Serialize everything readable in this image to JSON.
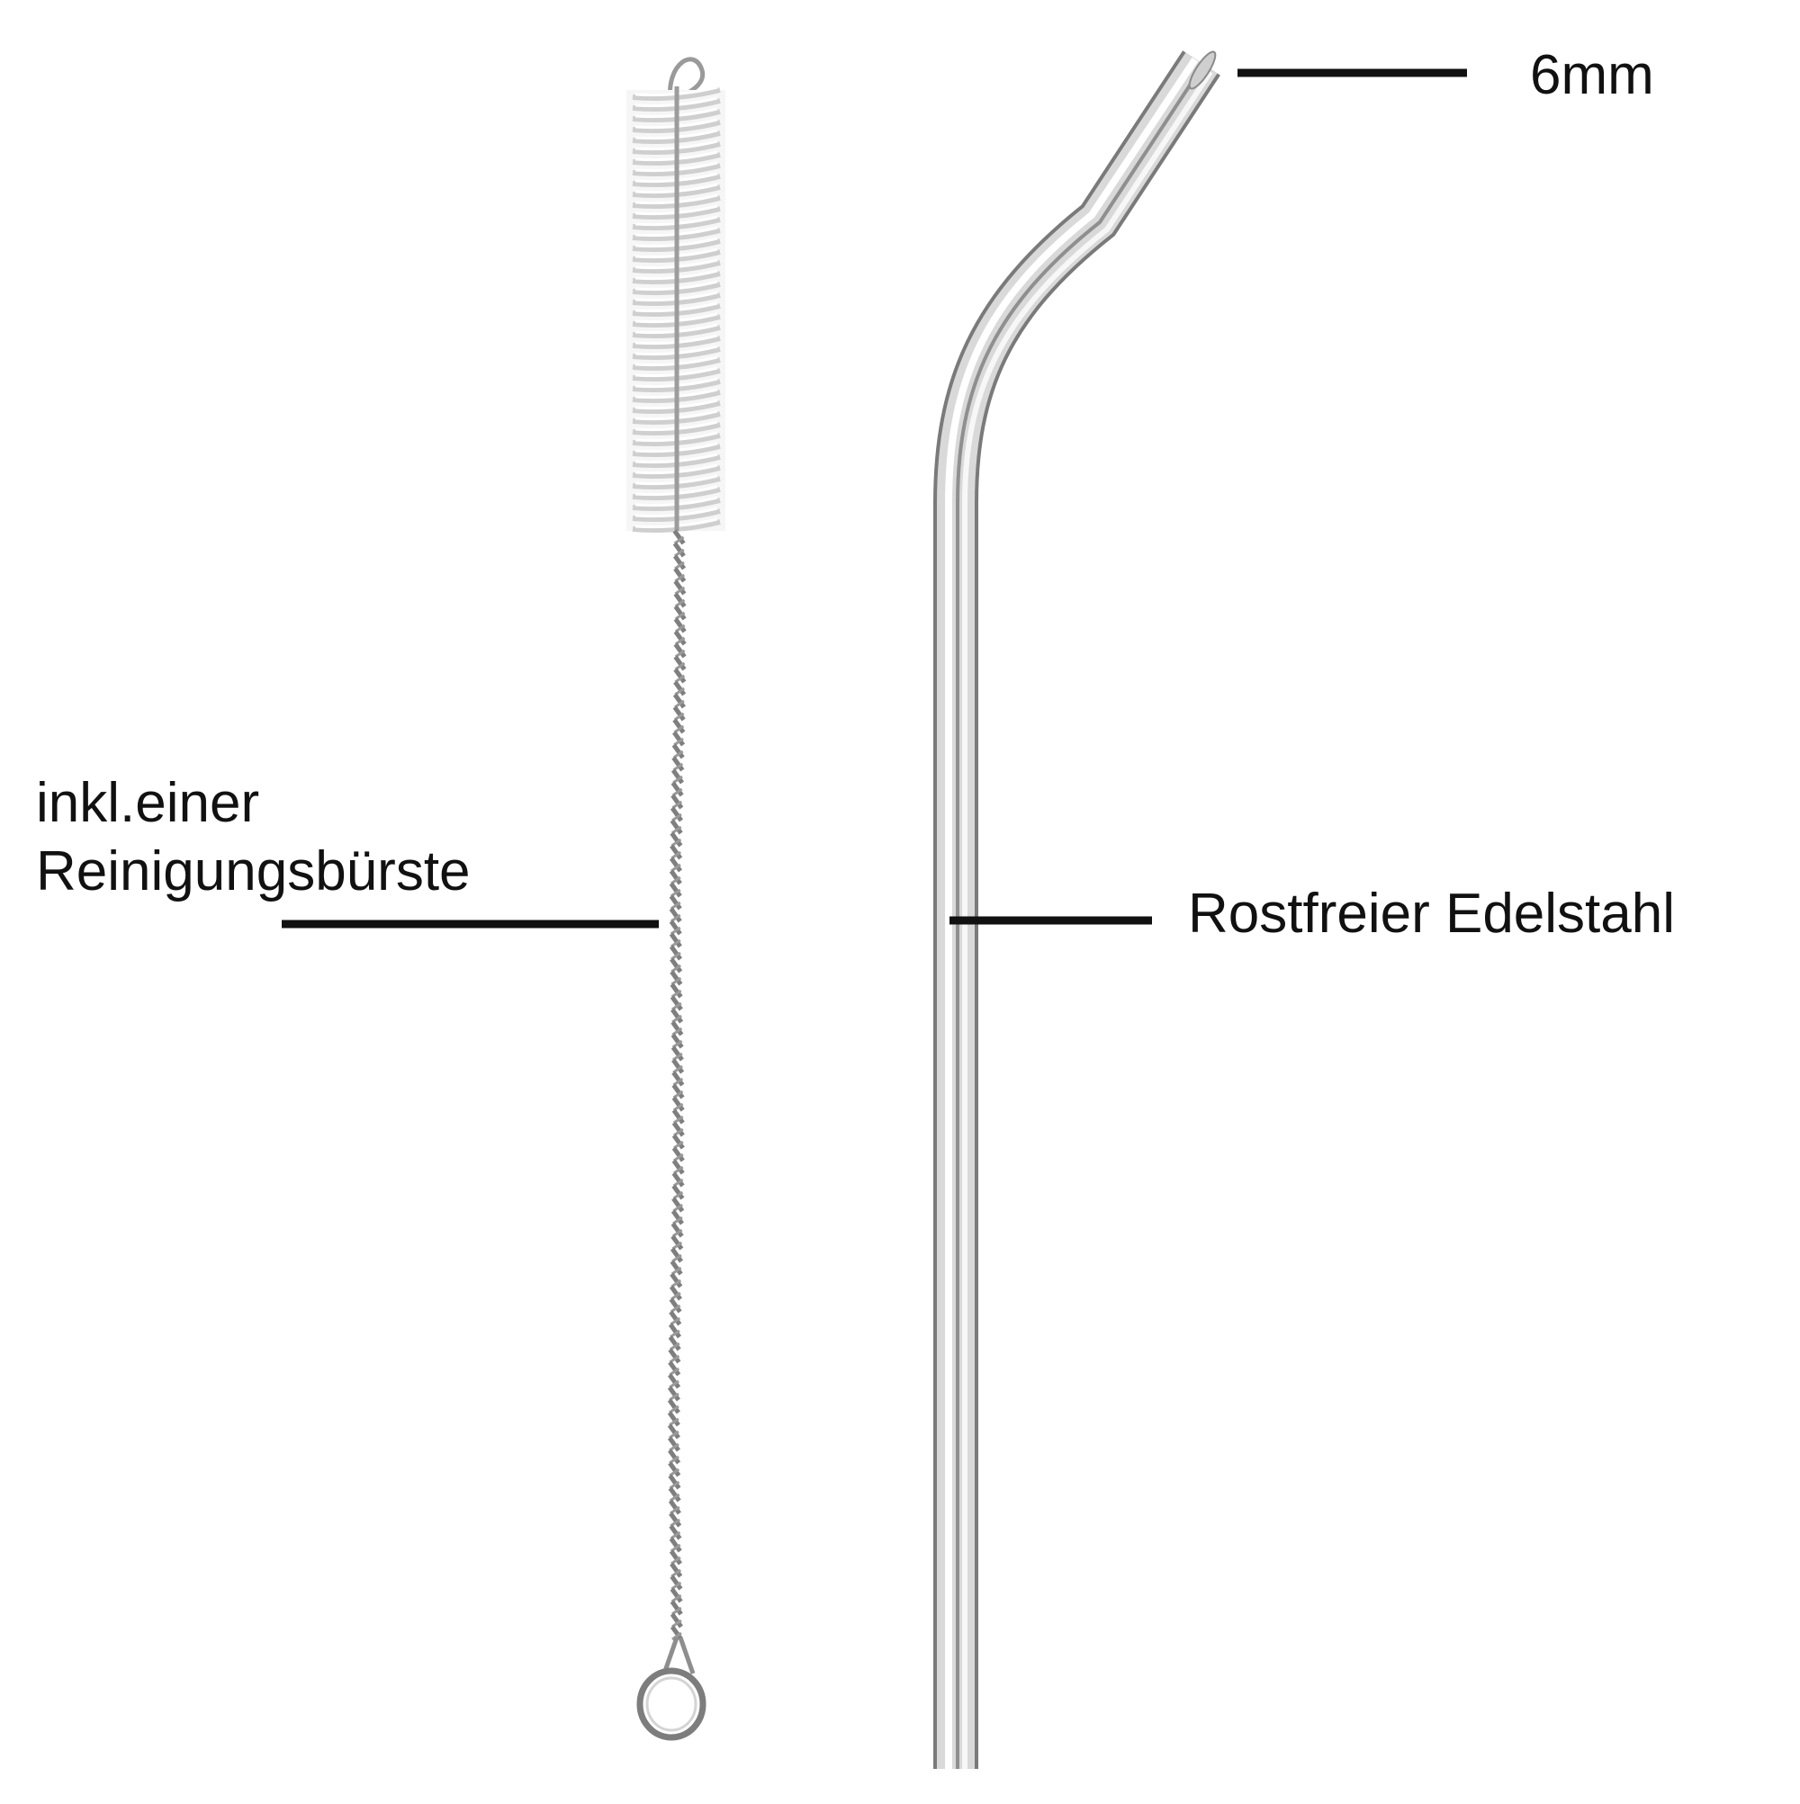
{
  "labels": {
    "diameter": "6mm",
    "material": "Rostfreier Edelstahl",
    "brush_line1": "inkl.einer",
    "brush_line2": "Reinigungsbürste"
  },
  "colors": {
    "background": "#ffffff",
    "text": "#111111",
    "leader": "#111111",
    "steel_light": "#f4f4f4",
    "steel_mid": "#b9b9b9",
    "steel_dark": "#7a7a7a",
    "bristle": "#eeeeee"
  },
  "objects": {
    "straw": "bent-stainless-steel-straw",
    "brush": "straw-cleaning-brush"
  }
}
